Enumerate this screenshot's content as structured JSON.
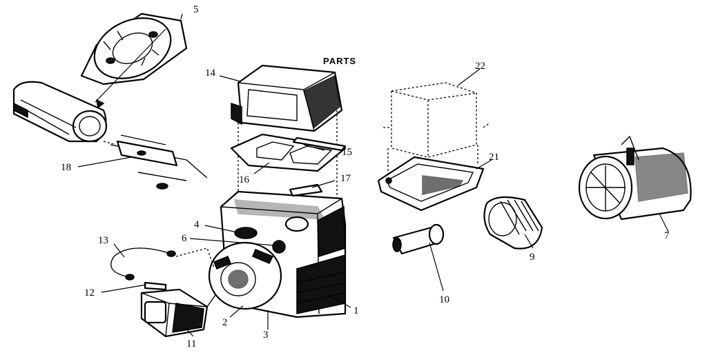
{
  "diagram": {
    "title": "PARTS",
    "labels": {
      "p1": "1",
      "p2": "2",
      "p3": "3",
      "p4": "4",
      "p5": "5",
      "p6": "6",
      "p7": "7",
      "p9": "9",
      "p10": "10",
      "p11": "11",
      "p12": "12",
      "p13": "13",
      "p14": "14",
      "p15": "15",
      "p16": "16",
      "p17": "17",
      "p18": "18",
      "p21": "21",
      "p22": "22"
    }
  }
}
